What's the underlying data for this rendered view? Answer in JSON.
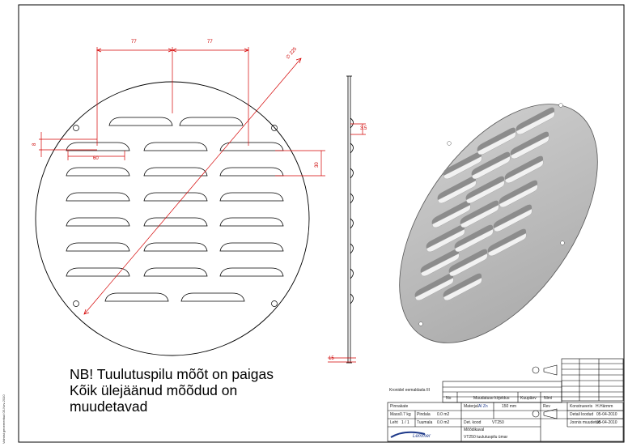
{
  "dims": {
    "pitch_left": "77",
    "pitch_right": "77",
    "diameter": "∅ 225",
    "slot_length": "60",
    "slot_height": "8",
    "row_pitch": "30",
    "louver_depth": "3.5",
    "plate_edge": "15"
  },
  "note": {
    "line1": "NB! Tuulutuspilu mõõt on paigas",
    "line2": "Kõik ülejäänud mõõdud on",
    "line3": "muudetavad"
  },
  "side_note": "Valmist genereeritud 05-Nov-2010",
  "title_block": {
    "revision_area": "Kronidel eemaldada III",
    "rev_no": "No",
    "rev_desc": "Muudatuse kirjeldus",
    "rev_date": "Kuupäev",
    "rev_sign": "Nimi",
    "material_label": "Materjal",
    "material_value": "Al Zn",
    "size_value": "150 mm",
    "rev_label": "Rev",
    "designer_label": "Konstrueeris",
    "designer_value": "H.Härmm",
    "part_name_label": "Pinnakate",
    "mass_label": "Mass",
    "mass_value": "0.7 kg",
    "area_label": "Pindala",
    "area_value": "0.0 m2",
    "sheet_label": "Leht",
    "sheet_value": "1 / 1",
    "scale_label": "Tuumala",
    "scale_value": "0.0 m2",
    "det_code_label": "Det. kood",
    "det_code_value": "VT250",
    "created_label": "Detail loodud",
    "created_value": "05-04-2010",
    "modified_label": "Joonis muudetud",
    "modified_value": "05-04-2010",
    "module_label": "Mõõdikaval",
    "title_value": "VT250 tuulutuspilu ümar",
    "brand": "Lemmer"
  },
  "colors": {
    "dimension": "#d40000",
    "outline": "#000000",
    "shade_dark": "#8c8c8c",
    "shade_light": "#d9d9d9"
  }
}
